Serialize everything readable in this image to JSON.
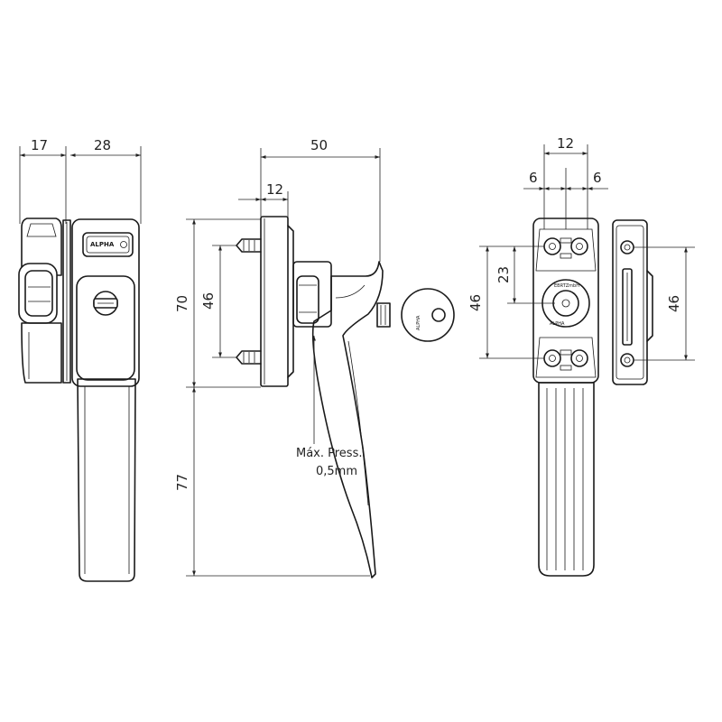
{
  "dimensions": {
    "side_width": "17",
    "front_width": "28",
    "projection": "50",
    "base_thickness": "12",
    "base_height": "70",
    "screw_spacing": "46",
    "lever_length": "77",
    "rear_width": "12",
    "rear_half_left": "6",
    "rear_half_right": "6",
    "rear_center_offset": "23",
    "rear_hole_spacing_left": "46",
    "rear_hole_spacing_right": "46"
  },
  "notes": {
    "pressure_line1": "Máx. Press.",
    "pressure_line2": "0,5mm"
  },
  "markings": {
    "brand": "ALPHA",
    "key_brand": "ALPHA",
    "rear_text_1": "EBRTZmbH",
    "rear_text_2": "ALPHA"
  }
}
